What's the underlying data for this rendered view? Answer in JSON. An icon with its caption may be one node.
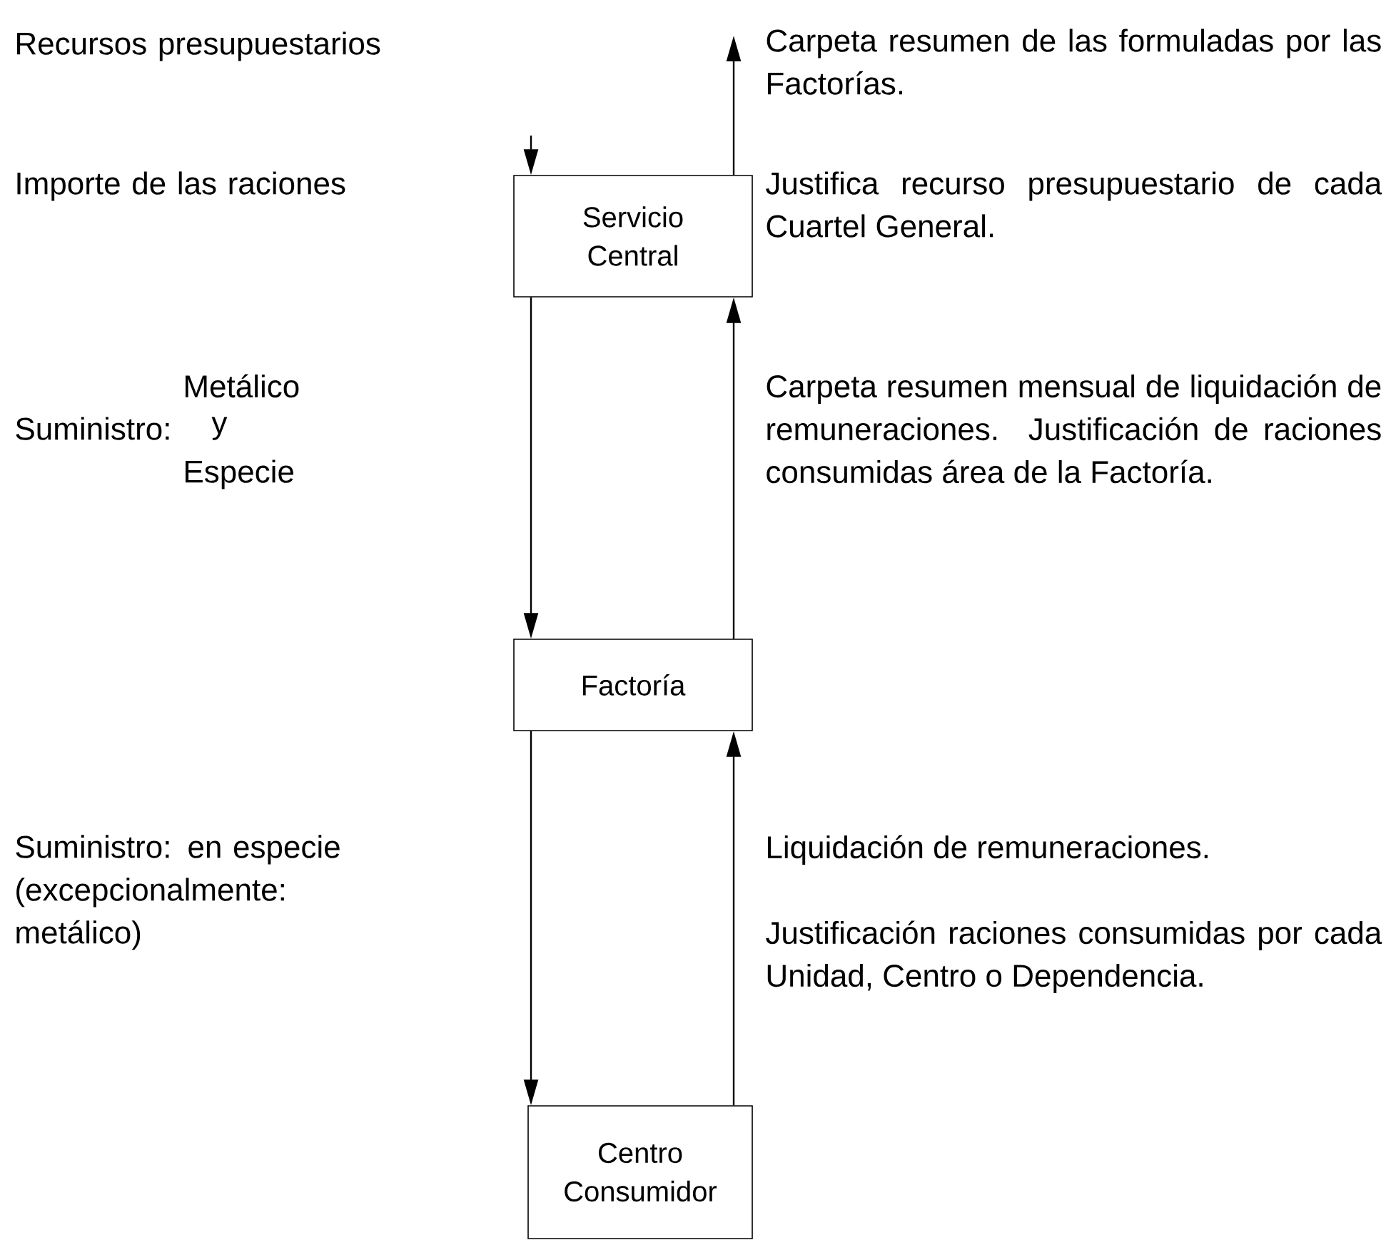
{
  "diagram": {
    "nodes": [
      {
        "text": [
          "Servicio Central"
        ]
      },
      {
        "text": [
          "Factoría"
        ]
      },
      {
        "text": [
          "Centro Consumidor"
        ]
      }
    ],
    "edges": [
      {
        "from": null,
        "to": 0,
        "arrow": "to"
      },
      {
        "from": 0,
        "to": null,
        "arrow": "to"
      },
      {
        "from": 0,
        "to": 1,
        "arrow": "to"
      },
      {
        "from": 1,
        "to": 0,
        "arrow": "to"
      },
      {
        "from": 1,
        "to": 2,
        "arrow": "to"
      },
      {
        "from": 2,
        "to": 1,
        "arrow": "to"
      }
    ],
    "labels": [
      "Recursos presupuestarios",
      "Carpeta resumen de las formuladas por las Factorías.",
      "Importe de las raciones",
      "Justifica recurso presupuestario de cada Cuartel General.",
      "Metálico",
      "Suministro:",
      "y",
      "Especie",
      "Carpeta resumen mensual de liquidación de remuneraciones. Justificación de raciones consumidas área de la Factoría.",
      "Suministro: en especie (excepcionalmente: metálico)",
      "Liquidación de remuneraciones.",
      "Justificación raciones consumidas por cada Unidad, Centro o Dependencia."
    ]
  }
}
